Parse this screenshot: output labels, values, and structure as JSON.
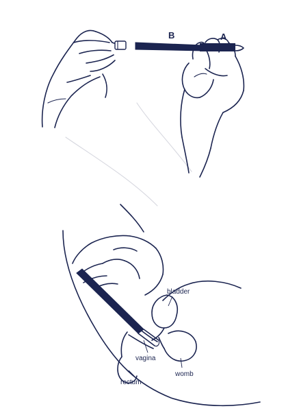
{
  "figure_top": {
    "labels": {
      "b": "B",
      "a": "A"
    }
  },
  "figure_bottom": {
    "labels": {
      "bladder": "bladder",
      "vagina": "vagina",
      "womb": "womb",
      "rectum": "rectum"
    }
  },
  "colors": {
    "ink": "#1b2450",
    "background": "#ffffff"
  }
}
